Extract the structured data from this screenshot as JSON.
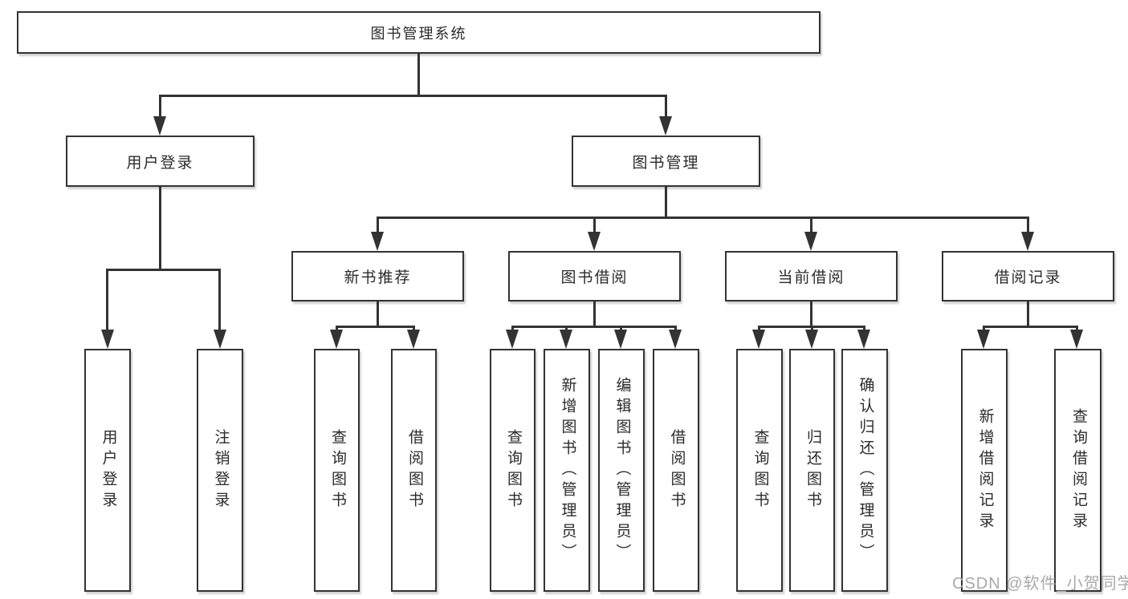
{
  "diagram": {
    "root": {
      "label": "图书管理系统"
    },
    "level2": [
      {
        "label": "用户登录"
      },
      {
        "label": "图书管理"
      }
    ],
    "level3": [
      {
        "label": "新书推荐"
      },
      {
        "label": "图书借阅"
      },
      {
        "label": "当前借阅"
      },
      {
        "label": "借阅记录"
      }
    ],
    "leaves": {
      "user_login": [
        {
          "label": "用户登录"
        },
        {
          "label": "注销登录"
        }
      ],
      "new_book": [
        {
          "label": "查询图书"
        },
        {
          "label": "借阅图书"
        }
      ],
      "book_borrow": [
        {
          "label": "查询图书"
        },
        {
          "label": "新增图书（管理员）"
        },
        {
          "label": "编辑图书（管理员）"
        },
        {
          "label": "借阅图书"
        }
      ],
      "current_borrow": [
        {
          "label": "查询图书"
        },
        {
          "label": "归还图书"
        },
        {
          "label": "确认归还（管理员）"
        }
      ],
      "borrow_record": [
        {
          "label": "新增借阅记录"
        },
        {
          "label": "查询借阅记录"
        }
      ]
    },
    "watermark": "CSDN @软件_小贺同学",
    "colors": {
      "line": "#333333",
      "border": "#333333",
      "text": "#2b2b2b",
      "watermark": "#a9a9a9",
      "background": "#ffffff"
    }
  }
}
